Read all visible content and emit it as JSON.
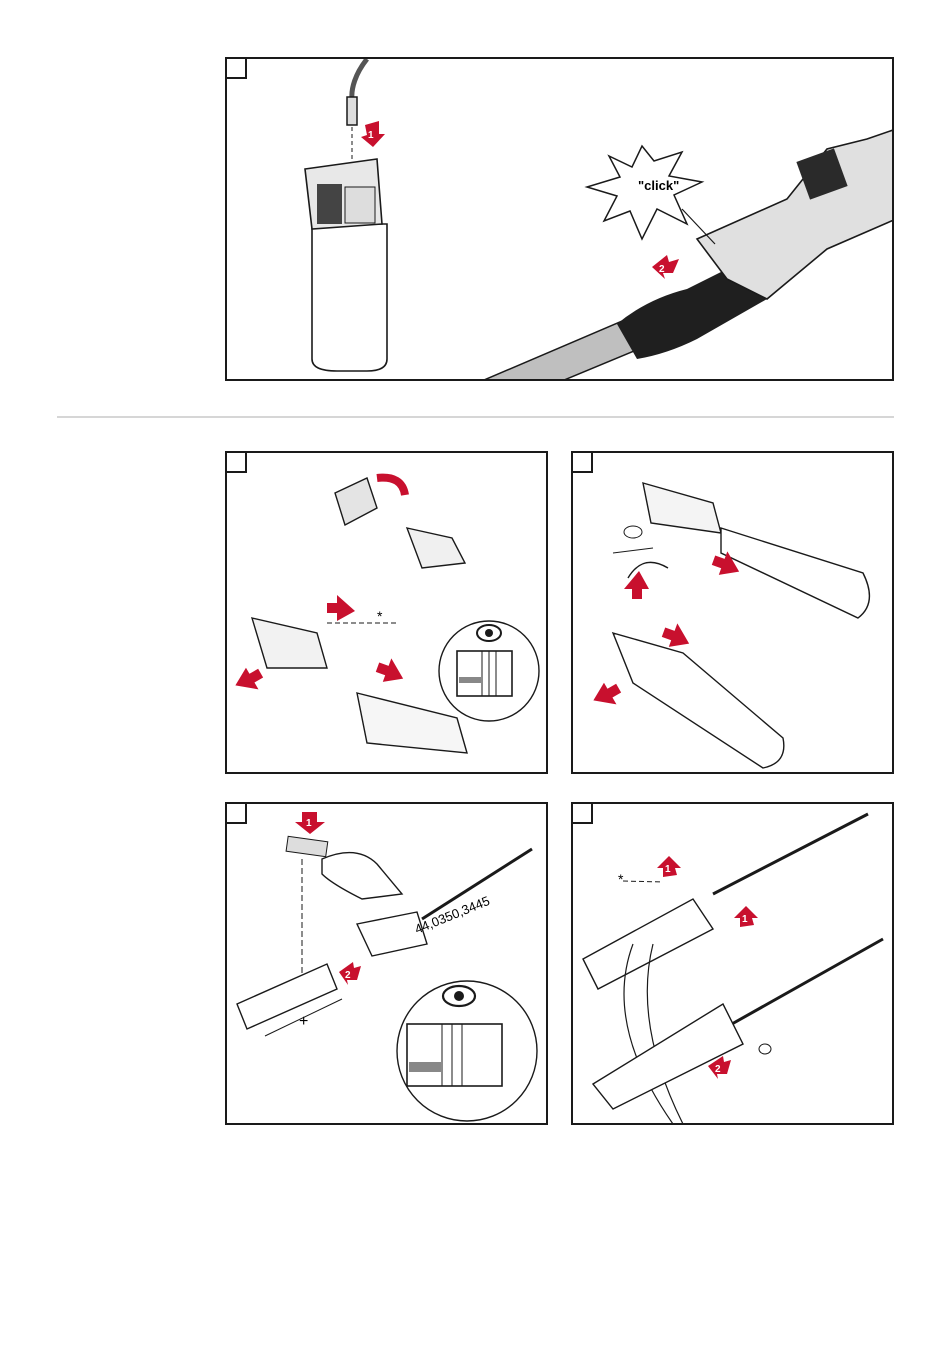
{
  "panels": {
    "top": {
      "click_text": "\"click\"",
      "arrow1": "1",
      "arrow2": "2"
    },
    "mid_left": {
      "asterisk": "*"
    },
    "mid_right": {},
    "bottom_left": {
      "part_number": "44,0350,3445",
      "arrow1": "1",
      "arrow2": "2",
      "plus": "+"
    },
    "bottom_right": {
      "asterisk": "*",
      "arrow1a": "1",
      "arrow1b": "1",
      "arrow2": "2"
    }
  },
  "colors": {
    "accent_red": "#c8102e",
    "line": "#1a1a1a",
    "shade": "#cfcfcf"
  }
}
